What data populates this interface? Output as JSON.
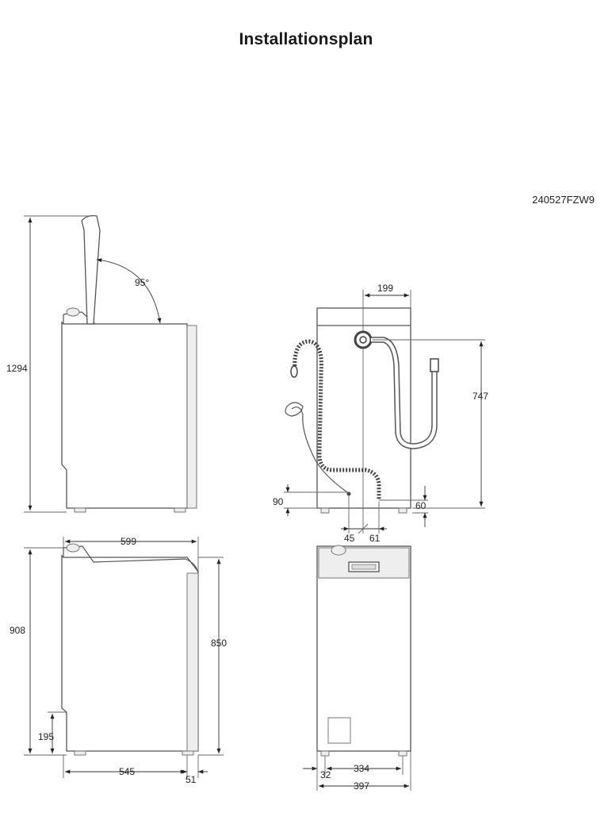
{
  "title": "Installationsplan",
  "diagram_code": "240527FZW9",
  "dimensions": {
    "total_height_lid_open": "1294",
    "lid_angle": "95°",
    "hose_offset_top": "199",
    "hose_height": "747",
    "drain_height": "90",
    "foot_height": "60",
    "outlet_left": "45",
    "outlet_right": "61",
    "depth_total": "599",
    "height_total": "908",
    "height_body": "850",
    "plinth_height": "195",
    "depth_body": "545",
    "depth_rear": "51",
    "front_feet_span": "334",
    "front_side_offset": "32",
    "width_total": "397"
  }
}
